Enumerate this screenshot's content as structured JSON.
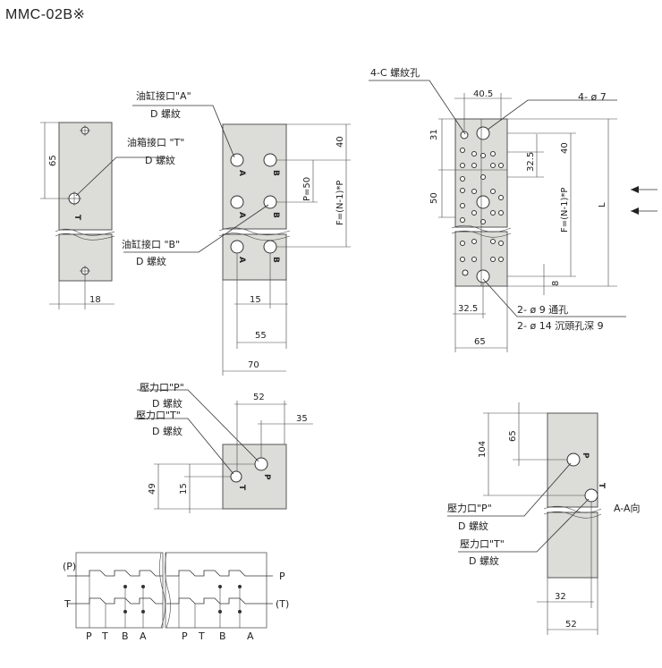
{
  "title": "MMC-02B※",
  "labels": {
    "cyl_a": "油缸接口\"A\"",
    "d_thread": "D 螺紋",
    "tank_t": "油箱接口 \"T\"",
    "cyl_b": "油缸接口 \"B\"",
    "c_hole": "4-C 螺紋孔",
    "phi7": "4- ø 7",
    "phi9": "2- ø 9 通孔",
    "phi14": "2- ø 14 沉頭孔深 9",
    "press_p": "壓力口\"P\"",
    "press_t": "壓力口\"T\"",
    "aa_view": "A-A向"
  },
  "dims": {
    "d65": "65",
    "d18": "18",
    "d40": "40",
    "p50": "P=50",
    "fn": "F=(N-1)*P",
    "d15": "15",
    "d55": "55",
    "d70": "70",
    "d405": "40.5",
    "d31": "31",
    "d50": "50",
    "d325": "32.5",
    "L": "L",
    "d8": "8",
    "d52": "52",
    "d35": "35",
    "d49": "49",
    "d104": "104",
    "d32": "32"
  },
  "ports": {
    "A": "A",
    "B": "B",
    "T": "T",
    "P": "P",
    "Pp": "(P)",
    "Tp": "(T)"
  },
  "schematic": {
    "bottom": [
      "P",
      "T",
      "B",
      "A",
      "P",
      "T",
      "B",
      "A"
    ]
  }
}
